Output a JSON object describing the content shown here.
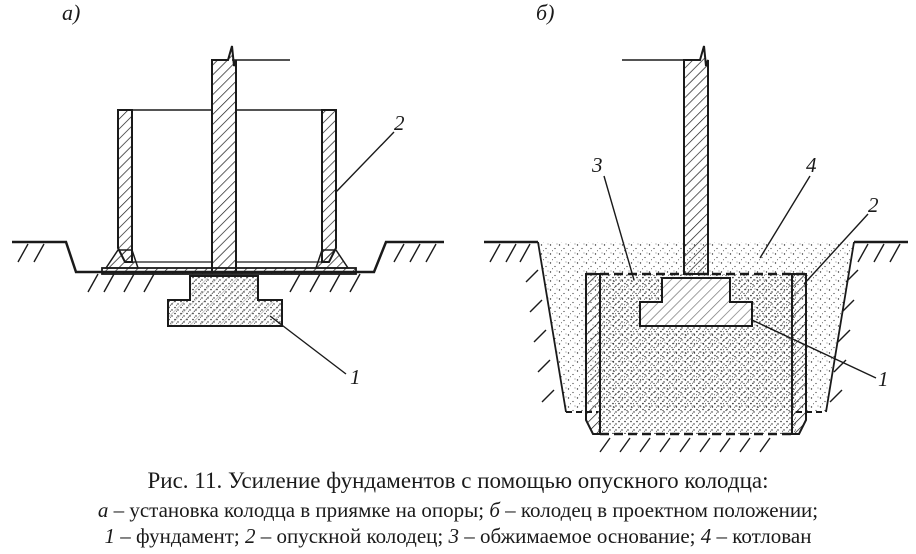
{
  "figure": {
    "panel_a_label": "а)",
    "panel_b_label": "б)",
    "callouts_a": {
      "foundation": "1",
      "caisson": "2"
    },
    "callouts_b": {
      "foundation": "1",
      "caisson": "2",
      "compressed_base": "3",
      "pit": "4"
    }
  },
  "caption": {
    "title": "Рис. 11. Усиление фундаментов с помощью опускного колодца:",
    "line2": {
      "a_letter": "а",
      "a_text": " – установка колодца в приямке на опоры; ",
      "b_letter": "б",
      "b_text": " – колодец в проектном положении;"
    },
    "line3": {
      "n1": "1",
      "t1": " – фундамент; ",
      "n2": "2",
      "t2": " – опускной колодец; ",
      "n3": "3",
      "t3": " – обжимаемое основание; ",
      "n4": "4",
      "t4": " – котлован"
    }
  },
  "colors": {
    "ink": "#1a1a1a",
    "background": "#ffffff"
  }
}
